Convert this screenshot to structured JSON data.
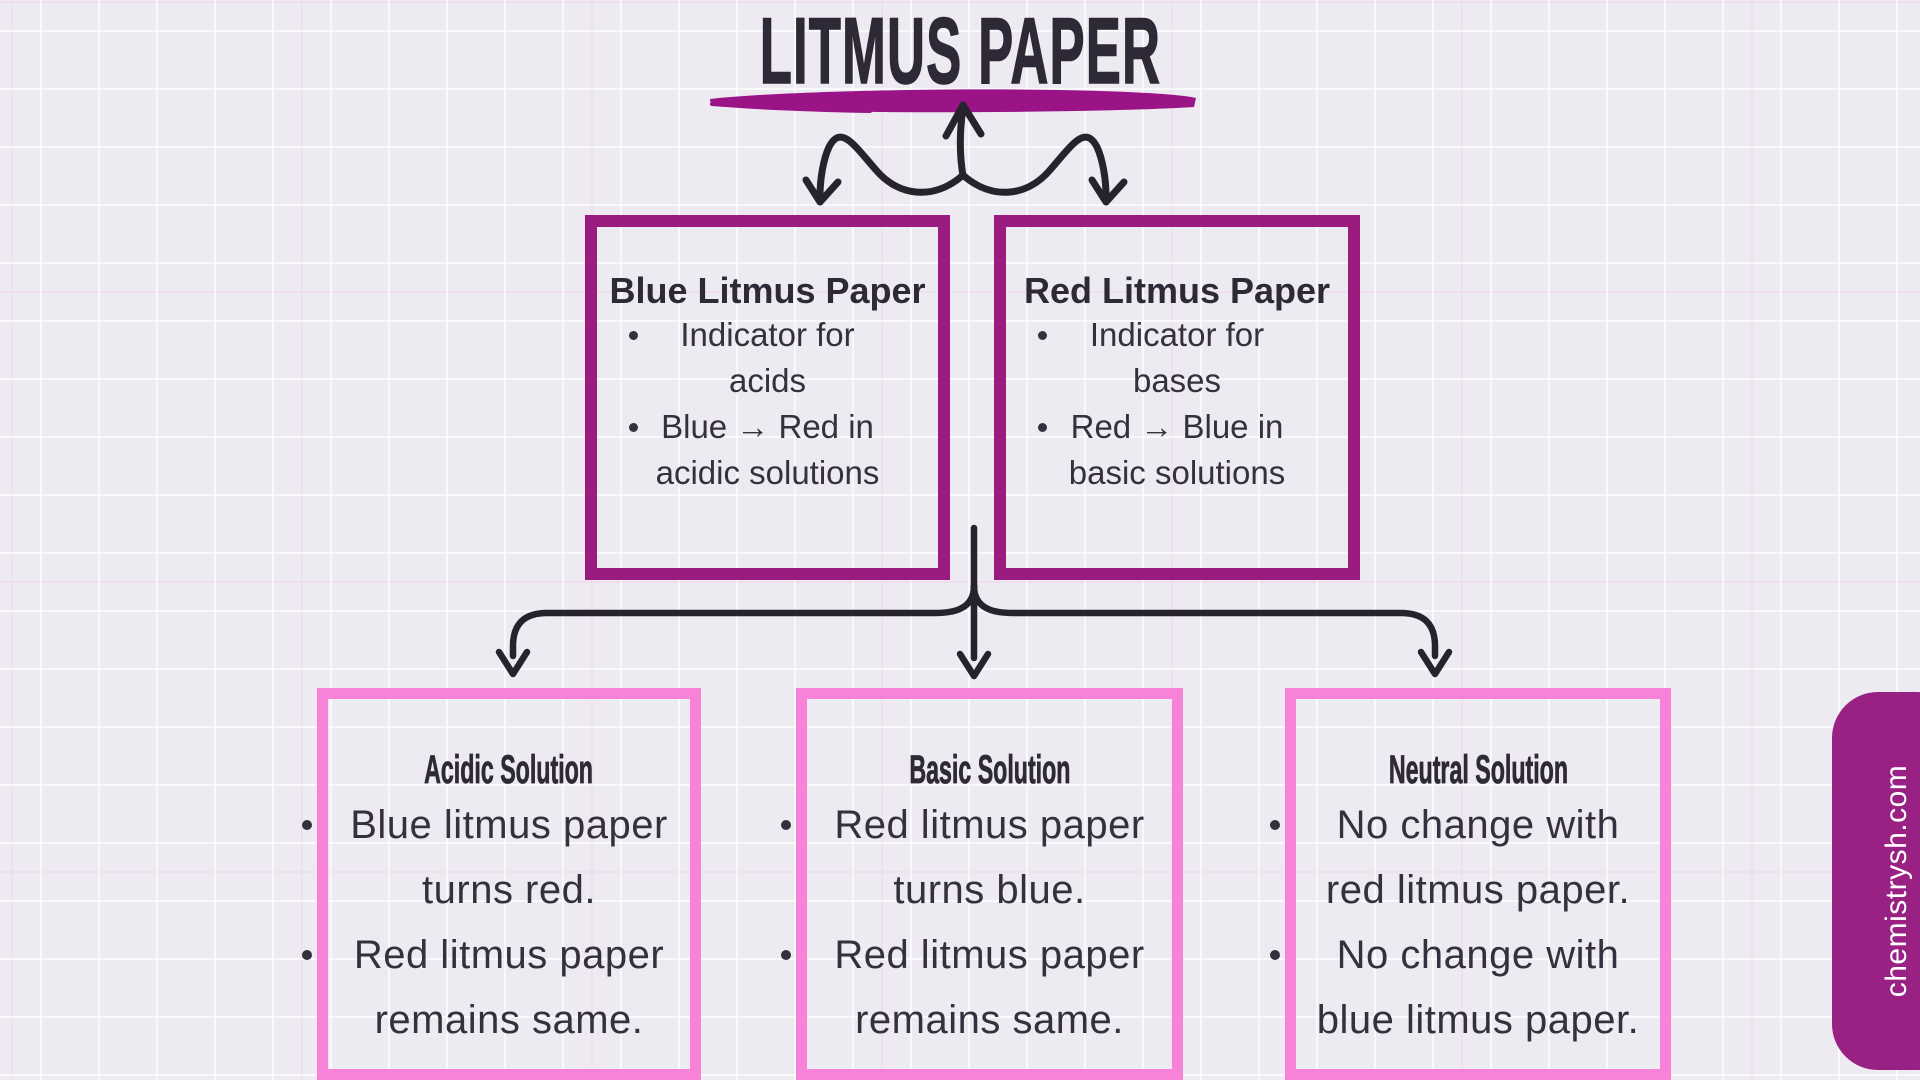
{
  "page": {
    "title": "LITMUS PAPER",
    "watermark": "chemistrysh.com"
  },
  "top_boxes": [
    {
      "title": "Blue Litmus Paper",
      "bullets": [
        {
          "line1": "Indicator for",
          "line2": "acids"
        },
        {
          "line1": "Blue → Red in",
          "line2": "acidic solutions"
        }
      ]
    },
    {
      "title": "Red Litmus Paper",
      "bullets": [
        {
          "line1": "Indicator for",
          "line2": "bases"
        },
        {
          "line1": "Red → Blue in",
          "line2": "basic solutions"
        }
      ]
    }
  ],
  "bottom_boxes": [
    {
      "title": "Acidic Solution",
      "bullets": [
        {
          "line1": "Blue litmus paper",
          "line2": "turns red."
        },
        {
          "line1": "Red litmus paper",
          "line2": "remains same."
        }
      ]
    },
    {
      "title": "Basic Solution",
      "bullets": [
        {
          "line1": "Red litmus paper",
          "line2": "turns blue."
        },
        {
          "line1": "Red litmus paper",
          "line2": "remains same."
        }
      ]
    },
    {
      "title": "Neutral Solution",
      "bullets": [
        {
          "line1": "No change with",
          "line2": "red litmus paper."
        },
        {
          "line1": "No change with",
          "line2": "blue litmus paper."
        }
      ]
    }
  ],
  "colors": {
    "background": "#edeaf2",
    "grid_line": "#ffffff",
    "text_dark": "#35303e",
    "heading_dark": "#2e2937",
    "magenta_border": "#991c7e",
    "magenta_underline": "#9a1487",
    "pink_border": "#f782d7",
    "tab_background": "#992184",
    "tab_text": "#ffffff",
    "arrow": "#27232e"
  }
}
